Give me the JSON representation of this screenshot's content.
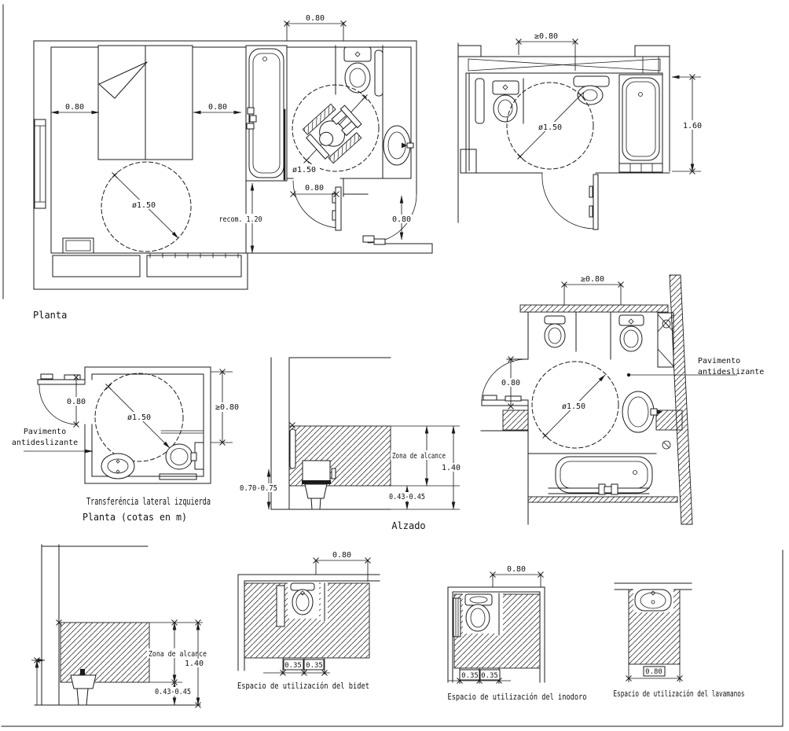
{
  "sheet": {
    "background": "#ffffff",
    "ink": "#1b1b1b"
  },
  "drawings": {
    "bedroom_suite_plan": {
      "title": "Planta",
      "dim_bed_left": "0.80",
      "dim_bed_right": "0.80",
      "dim_bath_door_top": "0.80",
      "dim_turning_circle_bedroom": "ø1.50",
      "dim_turning_circle_bath": "ø1.50",
      "dim_bath_door": "0.80",
      "dim_recommended_passage": "recom. 1.20",
      "dim_hall_door": "0.80"
    },
    "bathroom_plan_top_right": {
      "dim_window": "≥0.80",
      "dim_turning_circle": "ø1.50",
      "dim_depth": "1.60"
    },
    "lateral_transfer_plan": {
      "dim_door": "0.80",
      "dim_turning_circle": "ø1.50",
      "dim_side": "≥0.80",
      "note_line1": "Pavimento",
      "note_line2": "antideslizante",
      "caption_line1": "Transferéncia lateral izquierda",
      "caption_line2": "Planta  (cotas en m)"
    },
    "toilet_elevation": {
      "title": "Alzado",
      "reach_zone": "Zona de alcance",
      "dim_grab_bar_height": "0.70-0.75",
      "dim_seat_height": "0.43-0.45",
      "dim_reach_height": "1.40"
    },
    "bathroom_plan_right": {
      "dim_window": "≥0.80",
      "dim_door": "0.80",
      "dim_turning_circle": "ø1.50",
      "note_line1": "Pavimento",
      "note_line2": "antideslizante"
    },
    "bidet_elevation": {
      "reach_zone": "Zona de alcance",
      "dim_reach_height": "1.40",
      "dim_seat_height": "0.43-0.45"
    },
    "bidet_clearance_plan": {
      "dim_width": "0.80",
      "dim_left": "0.35",
      "dim_right": "0.35",
      "caption": "Espacio de utilización del bidet"
    },
    "toilet_clearance_plan": {
      "dim_width": "0.80",
      "dim_left": "0.35",
      "dim_right": "0.35",
      "caption": "Espacio de utilización del inodoro"
    },
    "sink_clearance_plan": {
      "dim_width": "0.80",
      "caption": "Espacio de utilización del lavamanos"
    }
  }
}
